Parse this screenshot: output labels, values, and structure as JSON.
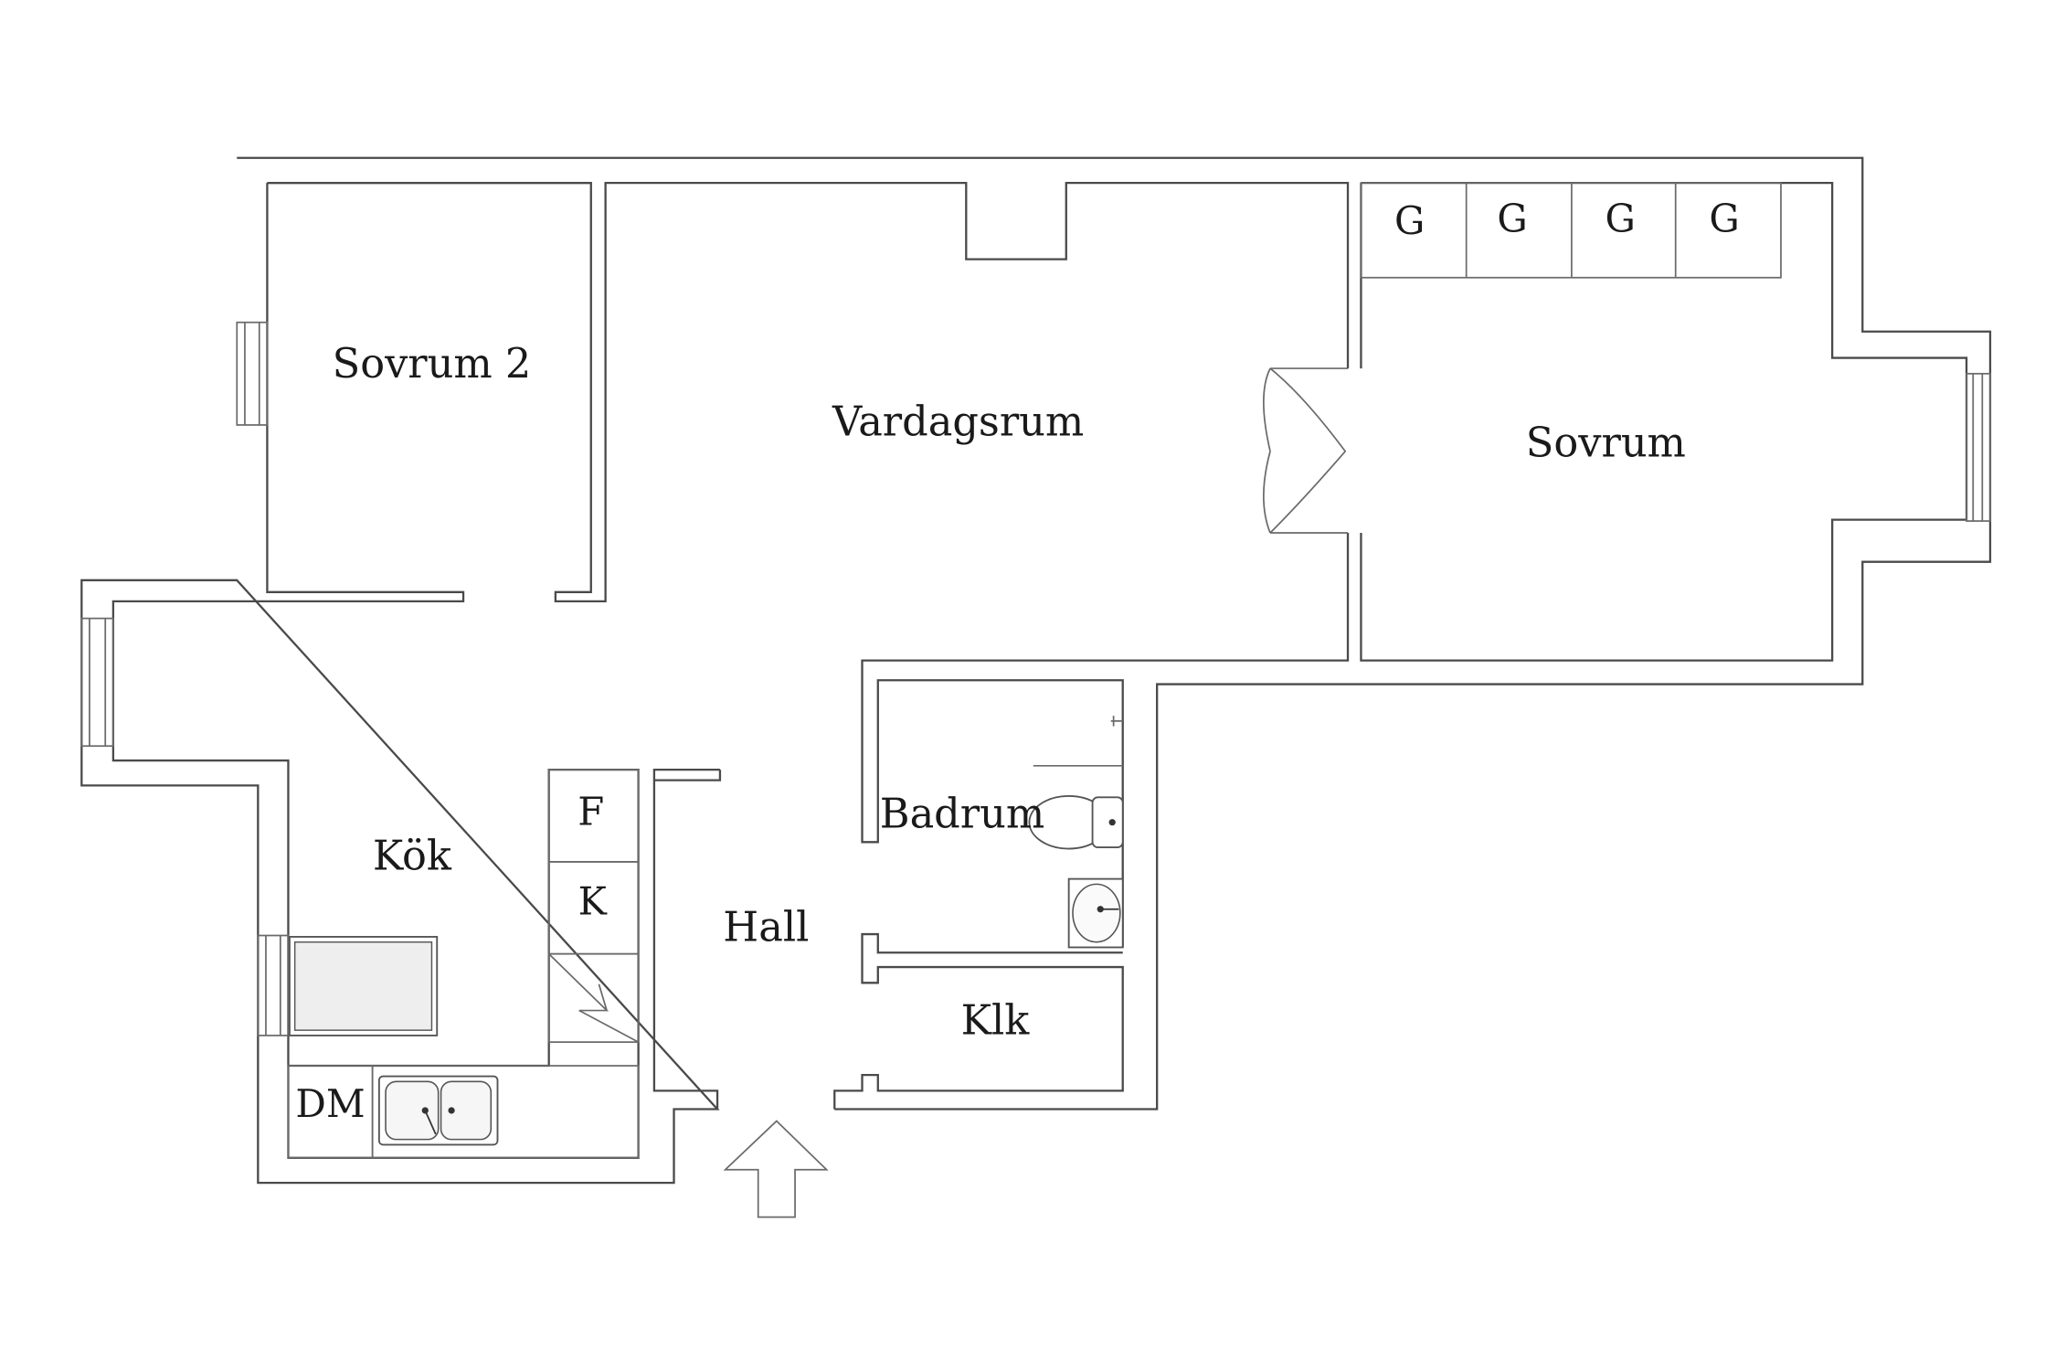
{
  "rooms": {
    "sovrum2": "Sovrum 2",
    "vardagsrum": "Vardagsrum",
    "sovrum": "Sovrum",
    "kok": "Kök",
    "hall": "Hall",
    "badrum": "Badrum",
    "klk": "Klk"
  },
  "closets": [
    "G",
    "G",
    "G",
    "G"
  ],
  "kitchen_units": {
    "fridge": "F",
    "freezer": "K",
    "dishwasher": "DM"
  },
  "icons": {
    "entrance": "entrance-arrow-icon",
    "toilet": "toilet-icon",
    "sink": "sink-icon",
    "kitchen_sink": "double-sink-icon",
    "stove": "stove-icon"
  }
}
